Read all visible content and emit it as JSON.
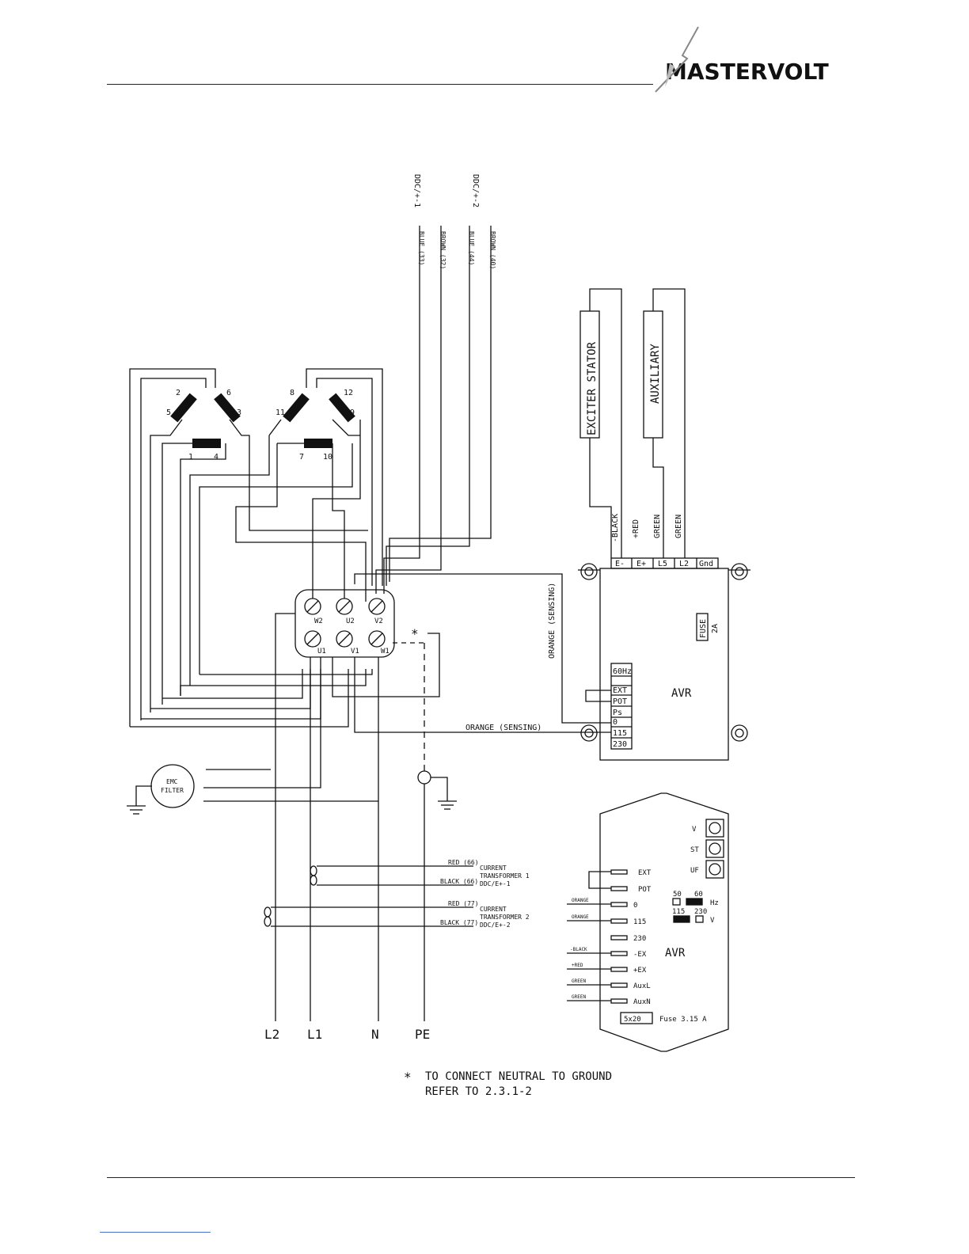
{
  "header": {
    "brand": "MASTERVOLT"
  },
  "cables": {
    "c1_top": "DDC/+-1",
    "c1_a": "BLUE (33)",
    "c1_b": "BROWN (32)",
    "c2_top": "DDC/+-2",
    "c2_a": "BLUE (44)",
    "c2_b": "BROWN (40)"
  },
  "coils": {
    "n1": "1",
    "n2": "2",
    "n3": "3",
    "n4": "4",
    "n5": "5",
    "n6": "6",
    "n7": "7",
    "n8": "8",
    "n9": "9",
    "n10": "10",
    "n11": "11",
    "n12": "12"
  },
  "boxes": {
    "exciter": "EXCITER STATOR",
    "aux": "AUXILIARY"
  },
  "wires": {
    "black": "-BLACK",
    "red": "+RED",
    "green1": "GREEN",
    "green2": "GREEN",
    "orange_v": "ORANGE (SENSING)",
    "orange_h": "ORANGE (SENSING)"
  },
  "avr1": {
    "t_em": "E-",
    "t_ep": "E+",
    "t_l5": "L5",
    "t_l2": "L2",
    "t_gnd": "Gnd",
    "fuse": "FUSE",
    "fuse_val": "2A",
    "label": "AVR",
    "r1": "60Hz",
    "r2": "",
    "r3": "EXT",
    "r4": "POT",
    "r5": "Ps",
    "r6": "0",
    "r7": "115",
    "r8": "230"
  },
  "terminal": {
    "w2": "W2",
    "u2": "U2",
    "v2": "V2",
    "u1": "U1",
    "v1": "V1",
    "w1": "W1",
    "star": "*"
  },
  "emc": {
    "l1": "EMC",
    "l2": "FILTER"
  },
  "ct": {
    "ct1_red": "RED (66)",
    "ct1_l1": "CURRENT",
    "ct1_l2": "TRANSFORMER 1",
    "ct1_l3": "DDC/E+-1",
    "ct1_black": "BLACK (66)",
    "ct2_red": "RED (77)",
    "ct2_l1": "CURRENT",
    "ct2_l2": "TRANSFORMER 2",
    "ct2_l3": "DDC/E+-2",
    "ct2_black": "BLACK (77)"
  },
  "lines": {
    "l2": "L2",
    "l1": "L1",
    "n": "N",
    "pe": "PE"
  },
  "avr2": {
    "pot_v": "V",
    "pot_st": "ST",
    "pot_uf": "UF",
    "ext": "EXT",
    "pot": "POT",
    "o": "0",
    "t115": "115",
    "t230": "230",
    "exm": "-EX",
    "exp": "+EX",
    "auxl": "AuxL",
    "auxn": "AuxN",
    "w_orange1": "ORANGE",
    "w_orange2": "ORANGE",
    "w_black": "-BLACK",
    "w_red": "+RED",
    "w_green1": "GREEN",
    "w_green2": "GREEN",
    "hz50": "50",
    "hz60": "60",
    "hz": "Hz",
    "v115": "115",
    "v230": "230",
    "v": "V",
    "label": "AVR",
    "fuse_size": "5x20",
    "fuse_text": "Fuse 3.15 A"
  },
  "note": {
    "star": "*",
    "line1": "TO CONNECT NEUTRAL TO GROUND",
    "line2": "REFER TO 2.3.1-2"
  }
}
